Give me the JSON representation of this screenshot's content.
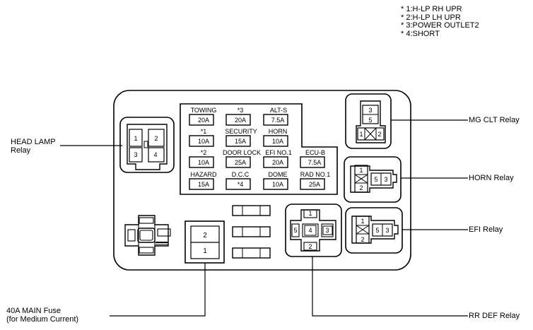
{
  "notes": [
    "* 1:H-LP RH UPR",
    "* 2:H-LP LH UPR",
    "* 3:POWER OUTLET2",
    "* 4:SHORT"
  ],
  "callouts": {
    "head_lamp_relay": [
      "HEAD LAMP",
      "Relay"
    ],
    "mg_clt_relay": "MG CLT Relay",
    "horn_relay": "HORN Relay",
    "efi_relay": "EFI Relay",
    "main_fuse": [
      "40A MAIN Fuse",
      "(for Medium Current)"
    ],
    "rr_def_relay": "RR DEF Relay"
  },
  "fuses": [
    {
      "name": "TOWING",
      "amp": "20A"
    },
    {
      "name": "*3",
      "amp": "20A"
    },
    {
      "name": "ALT-S",
      "amp": "7.5A"
    },
    {
      "name": "*1",
      "amp": "10A"
    },
    {
      "name": "SECURITY",
      "amp": "15A"
    },
    {
      "name": "HORN",
      "amp": "10A"
    },
    {
      "name": "*2",
      "amp": "10A"
    },
    {
      "name": "DOOR LOCK",
      "amp": "25A"
    },
    {
      "name": "EFI NO.1",
      "amp": "20A"
    },
    {
      "name": "ECU-B",
      "amp": "7.5A"
    },
    {
      "name": "HAZARD",
      "amp": "15A"
    },
    {
      "name": "D.C.C",
      "amp": "*4"
    },
    {
      "name": "DOME",
      "amp": "10A"
    },
    {
      "name": "RAD NO.1",
      "amp": "25A"
    }
  ],
  "pins": {
    "head_lamp": [
      "1",
      "2",
      "3",
      "4"
    ],
    "mg_clt": [
      "3",
      "5",
      "1",
      "2"
    ],
    "horn": [
      "1",
      "2",
      "5",
      "3"
    ],
    "efi": [
      "1",
      "2",
      "5",
      "3"
    ],
    "rr_def": [
      "1",
      "5",
      "4",
      "3",
      "2"
    ],
    "main_fuse": [
      "2",
      "1"
    ]
  }
}
